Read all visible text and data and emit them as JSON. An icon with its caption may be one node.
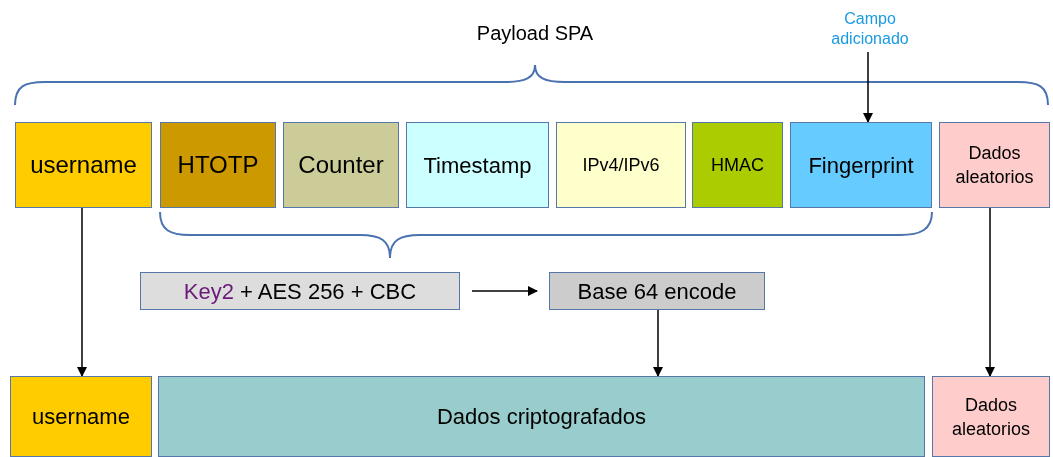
{
  "diagram": {
    "nodes": [
      {
        "text": [
          "Campo adicionado"
        ]
      },
      {
        "text": [
          "username"
        ]
      },
      {
        "text": [
          "HTOTP"
        ]
      },
      {
        "text": [
          "Counter"
        ]
      },
      {
        "text": [
          "Timestamp"
        ]
      },
      {
        "text": [
          "IPv4/IPv6"
        ]
      },
      {
        "text": [
          "HMAC"
        ]
      },
      {
        "text": [
          "Fingerprint"
        ]
      },
      {
        "text": [
          "Dados aleatorios"
        ]
      },
      {
        "text": [
          "Key2",
          "+ AES 256 + CBC"
        ]
      },
      {
        "text": [
          "Base 64 encode"
        ]
      },
      {
        "text": [
          "username"
        ]
      },
      {
        "text": [
          "Dados criptografados"
        ]
      },
      {
        "text": [
          "Dados aleatorios"
        ]
      }
    ],
    "edges": [
      {
        "from": 0,
        "to": 7,
        "arrow": "to"
      },
      {
        "from": 9,
        "to": 10,
        "arrow": "to"
      },
      {
        "from": 1,
        "to": 11,
        "arrow": "to"
      },
      {
        "from": 10,
        "to": 12,
        "arrow": "to"
      },
      {
        "from": 8,
        "to": 13,
        "arrow": "to"
      }
    ],
    "labels": [
      "Payload SPA"
    ]
  }
}
